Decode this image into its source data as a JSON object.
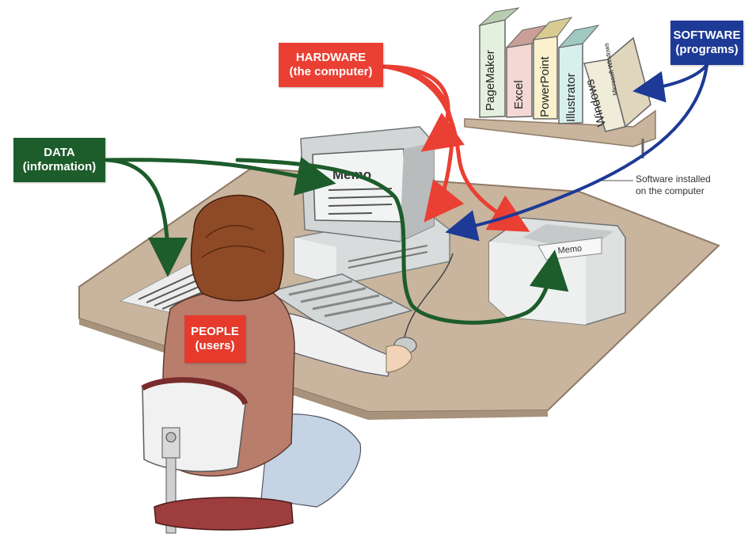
{
  "labels": {
    "hardware": {
      "line1": "HARDWARE",
      "line2": "(the computer)"
    },
    "software": {
      "line1": "SOFTWARE",
      "line2": "(programs)"
    },
    "data": {
      "line1": "DATA",
      "line2": "(information)"
    },
    "people": {
      "line1": "PEOPLE",
      "line2": "(users)"
    }
  },
  "annotation": {
    "line1": "Software installed",
    "line2": "on the computer"
  },
  "books": [
    "PageMaker",
    "Excel",
    "PowerPoint",
    "Illustrator",
    "Windows",
    "Microsoft Windows"
  ],
  "screen_text": "Memo",
  "printout_text": "Memo",
  "colors": {
    "hardware": "#ea3f33",
    "software": "#1d3a96",
    "data": "#1d5c2b",
    "people": "#e53a2c",
    "desk": "#c9b49d"
  }
}
